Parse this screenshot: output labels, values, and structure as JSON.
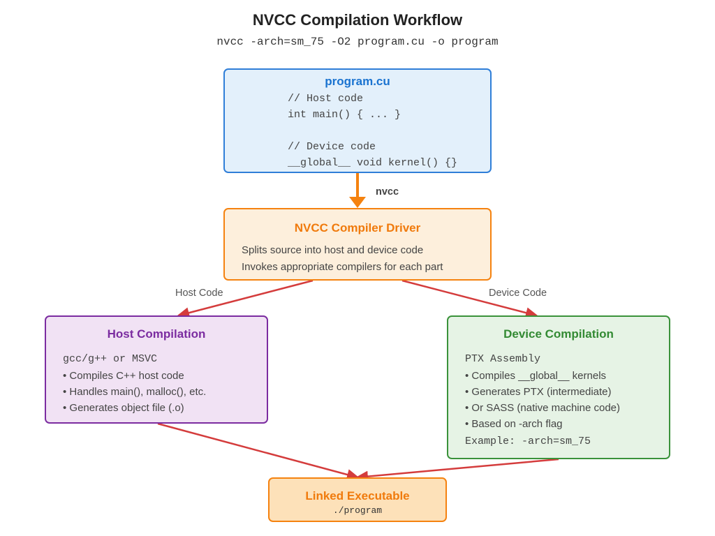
{
  "title": "NVCC Compilation Workflow",
  "command": "nvcc -arch=sm_75 -O2 program.cu -o program",
  "colors": {
    "source_border": "#2f7ed8",
    "source_fill": "#e3f0fb",
    "source_title": "#1a73d0",
    "driver_border": "#f5820f",
    "driver_fill": "#fdefdc",
    "driver_title": "#f07a0c",
    "host_border": "#7b2ca0",
    "host_fill": "#f1e2f4",
    "host_title": "#7b2ca0",
    "device_border": "#3a923a",
    "device_fill": "#e6f3e5",
    "device_title": "#338a33",
    "exe_border": "#f5820f",
    "exe_fill": "#fde1b9",
    "exe_title": "#f07a0c",
    "arrow_orange": "#f5820f",
    "arrow_red": "#d43c3c"
  },
  "nodes": {
    "source": {
      "title": "program.cu",
      "lines": [
        "// Host code",
        "int main() { ... }",
        "",
        "// Device code",
        "__global__ void kernel() {}"
      ]
    },
    "driver": {
      "title": "NVCC Compiler Driver",
      "lines": [
        "Splits source into host and device code",
        "Invokes appropriate compilers for each part"
      ]
    },
    "host": {
      "title": "Host Compilation",
      "compiler": "gcc/g++ or MSVC",
      "bullets": [
        "• Compiles C++ host code",
        "• Handles main(), malloc(), etc.",
        "• Generates object file (.o)"
      ]
    },
    "device": {
      "title": "Device Compilation",
      "subtitle": "PTX Assembly",
      "bullets": [
        "• Compiles __global__ kernels",
        "• Generates PTX (intermediate)",
        "• Or SASS (native machine code)",
        "• Based on -arch flag"
      ],
      "example": "Example: -arch=sm_75"
    },
    "output": {
      "title": "Linked Executable",
      "path": "./program"
    }
  },
  "edges": {
    "source_to_driver": "nvcc",
    "driver_to_host": "Host Code",
    "driver_to_device": "Device Code"
  }
}
